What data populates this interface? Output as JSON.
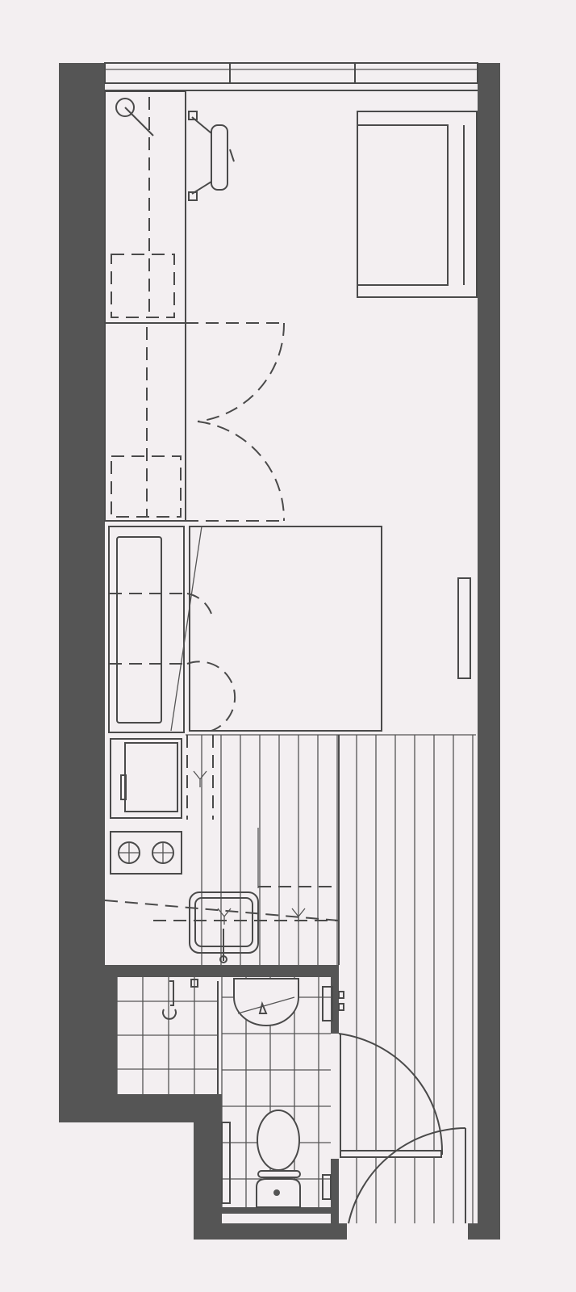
{
  "plan": {
    "colors": {
      "background": "#f3eff1",
      "wall": "#555555",
      "line": "#4a4a4a"
    },
    "rooms": [
      "studio-living-sleeping",
      "kitchenette",
      "bathroom"
    ],
    "fixtures": [
      "desk",
      "desk-chair",
      "sofa",
      "wardrobe",
      "bed",
      "bench",
      "radiator",
      "fridge",
      "hob",
      "kitchen-sink",
      "shower",
      "washbasin",
      "toilet",
      "entrance-door"
    ]
  }
}
